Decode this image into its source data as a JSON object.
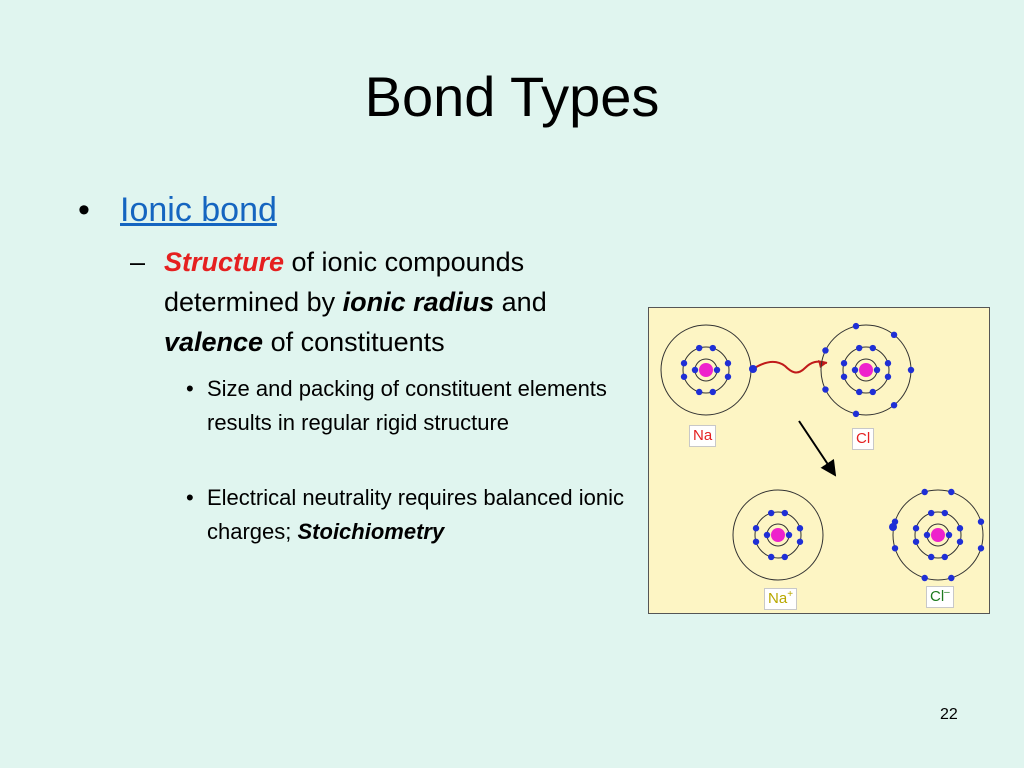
{
  "slide": {
    "title": "Bond Types",
    "page_number": "22"
  },
  "bullets": {
    "level1": {
      "bullet": "•",
      "label": "Ionic bond"
    },
    "level2": {
      "dash": "–",
      "structure_word": "Structure",
      "text1": " of ionic compounds determined by ",
      "ionic_radius": "ionic radius",
      "text2": " and ",
      "valence": "valence",
      "text3": " of constituents"
    },
    "level3": [
      {
        "bullet": "•",
        "text": "Size and packing of constituent elements results in regular rigid structure"
      },
      {
        "bullet": "•",
        "text": "Electrical neutrality requires balanced ionic charges; ",
        "emphasis": "Stoichiometry"
      }
    ]
  },
  "figure": {
    "labels": {
      "na": "Na",
      "cl": "Cl",
      "na_ion": "Na",
      "na_ion_charge": "+",
      "cl_ion": "Cl",
      "cl_ion_charge": "–"
    },
    "colors": {
      "background": "#fdf5c4",
      "nucleus": "#ee22cc",
      "electron": "#1f2fd6",
      "transfer_arrow": "#c01a1a",
      "na_label": "#e52020",
      "na_ion_label": "#b8a800",
      "cl_ion_label": "#1d7a1d"
    }
  }
}
